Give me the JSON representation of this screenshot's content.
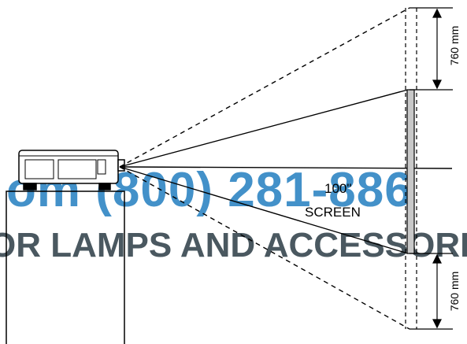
{
  "diagram": {
    "dimension_top": "760 mm",
    "dimension_bottom": "760 mm",
    "screen_size": "100\"",
    "screen_word": "SCREEN"
  },
  "watermark": {
    "phone": "om (800) 281-886",
    "tagline": "OR LAMPS AND ACCESSORIES"
  },
  "colors": {
    "line": "#000000",
    "screen_fill": "#c8c8c8",
    "watermark": "#2f86c4",
    "watermark_dark": "#37474f",
    "background": "#ffffff"
  }
}
